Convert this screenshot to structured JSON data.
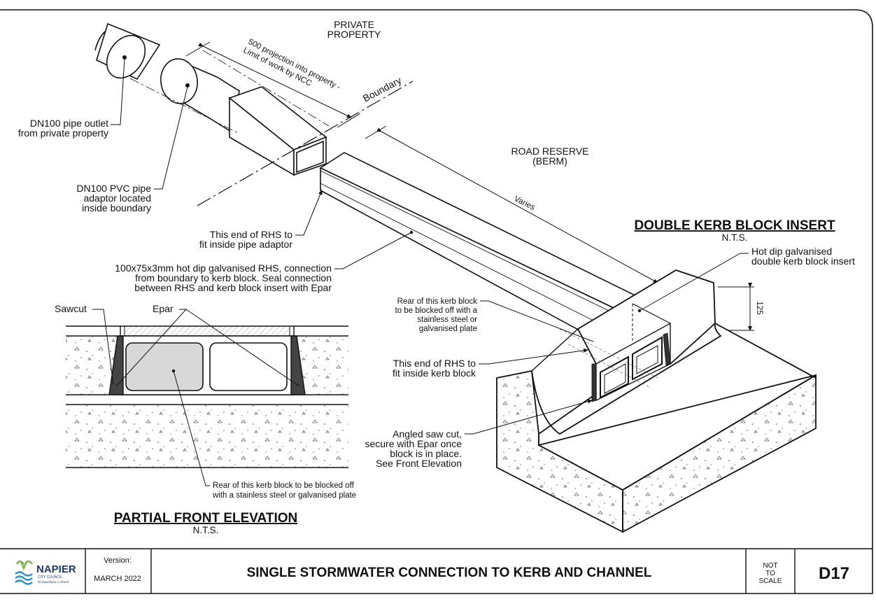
{
  "labels": {
    "private_property": [
      "PRIVATE",
      "PROPERTY"
    ],
    "projection": [
      "500 projection into property -",
      "Limit of work by NCC"
    ],
    "boundary": "Boundary",
    "road_reserve": [
      "ROAD RESERVE",
      "(BERM)"
    ],
    "varies": "Varies",
    "pipe_outlet": [
      "DN100 pipe outlet",
      "from private property"
    ],
    "pvc_adaptor": [
      "DN100 PVC pipe",
      "adaptor located",
      "inside boundary"
    ],
    "rhs_end_adaptor": [
      "This end of RHS to",
      "fit inside pipe adaptor"
    ],
    "rhs_desc": [
      "100x75x3mm hot dip galvanised RHS, connection",
      "from boundary to kerb block. Seal connection",
      "between RHS and kerb block insert with Epar"
    ],
    "rear_block_iso": [
      "Rear of this kerb block",
      "to be blocked off with a",
      "stainless steel or",
      "galvanised plate"
    ],
    "rhs_end_kerb": [
      "This end of RHS to",
      "fit inside kerb block"
    ],
    "angled_saw": [
      "Angled saw cut,",
      "secure with Epar once",
      "block is in place.",
      "See Front Elevation"
    ],
    "hot_dip_insert": [
      "Hot dip galvanised",
      "double kerb block insert"
    ],
    "dim_125": "125",
    "sawcut": "Sawcut",
    "epar": "Epar",
    "rear_block_front": [
      "Rear of this kerb block to be blocked off",
      "with a stainless steel or galvanised plate"
    ]
  },
  "headings": {
    "double_kerb": "DOUBLE KERB BLOCK INSERT",
    "double_kerb_nts": "N.T.S.",
    "partial_front": "PARTIAL FRONT ELEVATION",
    "partial_front_nts": "N.T.S."
  },
  "title_block": {
    "logo_name": "NAPIER",
    "logo_sub": "CITY COUNCIL",
    "logo_tagline": "Te Kaunihera o Ahuriri",
    "version_label": "Version:",
    "version_value": "MARCH 2022",
    "title": "SINGLE STORMWATER CONNECTION TO KERB AND CHANNEL",
    "scale": [
      "NOT",
      "TO",
      "SCALE"
    ],
    "drawing_no": "D17"
  },
  "colors": {
    "line": "#111111",
    "fill_grey": "#d8d8d8",
    "epar_fill": "#555555",
    "logo_green": "#7cb342",
    "logo_blue": "#1f8fcf",
    "logo_navy": "#1d3a6b"
  }
}
